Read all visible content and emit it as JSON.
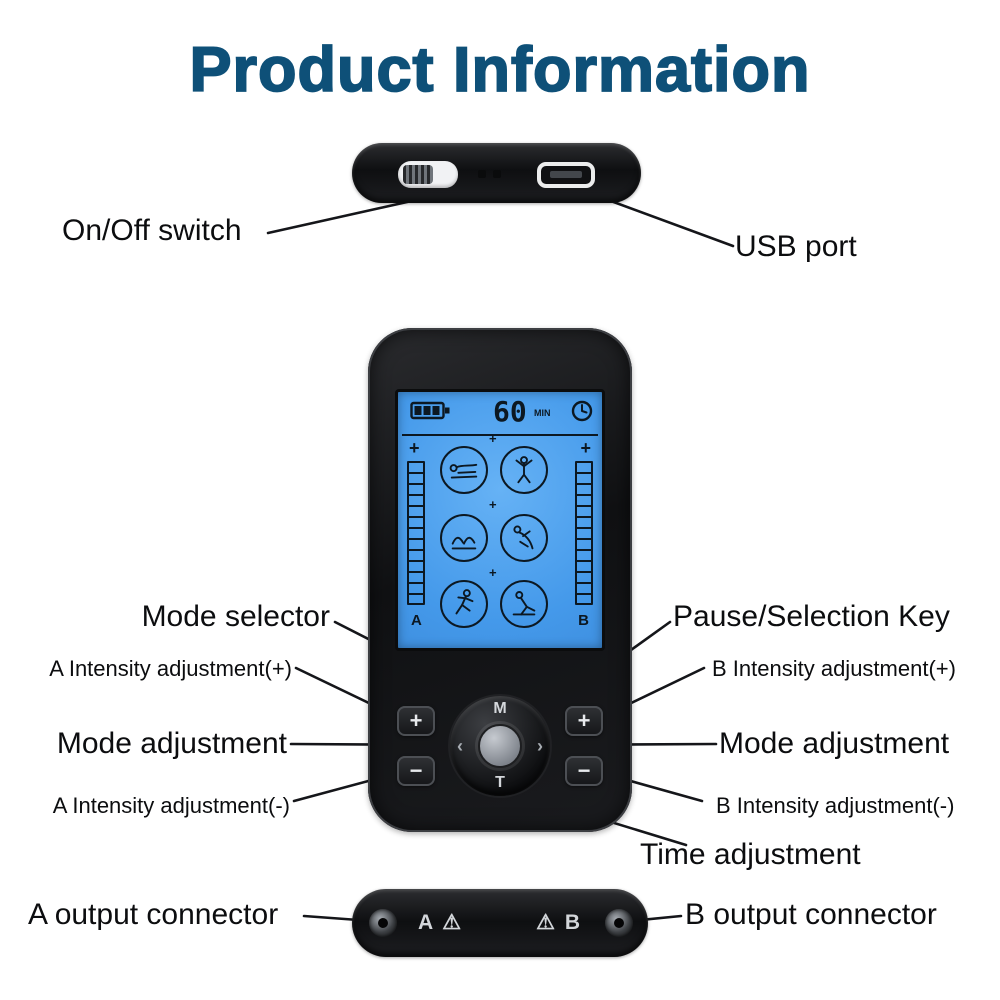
{
  "title": "Product Information",
  "colors": {
    "title_blue": "#0e5078",
    "screen_blue": "#4499ea",
    "device_body": "#101113",
    "label_text": "#0c0d0f"
  },
  "top_view": {
    "on_off_label": "On/Off switch",
    "usb_label": "USB port"
  },
  "screen": {
    "battery_icon": "battery-icon",
    "clock_icon": "clock-icon",
    "timer_value": "60",
    "timer_unit": "MIN",
    "left_plus": "+",
    "right_plus": "+",
    "channel_a": "A",
    "channel_b": "B",
    "cross_mark": "+",
    "mode_icons": [
      "lying-massage-icon",
      "arms-raise-icon",
      "kneading-icon",
      "acupuncture-icon",
      "running-icon",
      "cupping-icon"
    ]
  },
  "keypad": {
    "mode_key": "M",
    "time_key": "T",
    "prev_key": "‹",
    "next_key": "›",
    "a_plus": "+",
    "a_minus": "−",
    "b_plus": "+",
    "b_minus": "−"
  },
  "callouts": {
    "mode_selector": "Mode selector",
    "pause_selection_key": "Pause/Selection Key",
    "a_intensity_plus": "A Intensity adjustment(+)",
    "b_intensity_plus": "B Intensity adjustment(+)",
    "mode_adjustment_left": "Mode adjustment",
    "mode_adjustment_right": "Mode adjustment",
    "a_intensity_minus": "A Intensity adjustment(-)",
    "b_intensity_minus": "B Intensity adjustment(-)",
    "time_adjustment": "Time adjustment"
  },
  "bottom_view": {
    "a_output_label": "A output connector",
    "b_output_label": "B output connector",
    "a_port_marking": "A ⚠",
    "b_port_marking": "⚠ B"
  }
}
